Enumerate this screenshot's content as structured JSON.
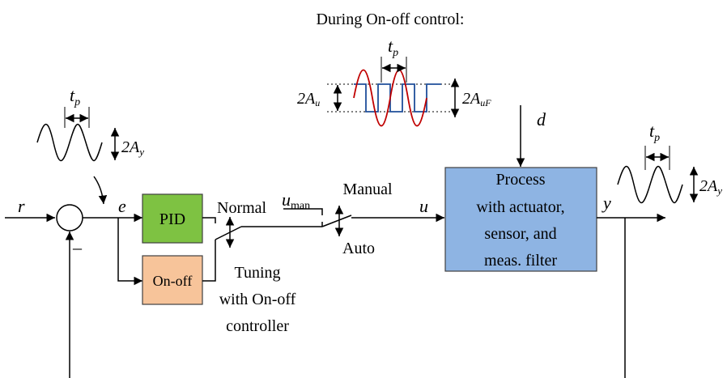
{
  "title": "During On-off control:",
  "signals": {
    "r": "r",
    "e": "e",
    "u": "u",
    "y": "y",
    "d": "d",
    "u_man_base": "u",
    "u_man_sub": "man",
    "minus": "–"
  },
  "blocks": {
    "pid": "PID",
    "onoff": "On-off",
    "process_lines": [
      "Process",
      "with actuator,",
      "sensor, and",
      "meas. filter"
    ]
  },
  "switch_labels": {
    "normal": "Normal",
    "tuning_lines": [
      "Tuning",
      "with On-off",
      "controller"
    ],
    "manual": "Manual",
    "auto": "Auto"
  },
  "annotations": {
    "period_base": "t",
    "period_sub": "p",
    "amp_y_base": "2A",
    "amp_y_sub": "y",
    "amp_u_base": "2A",
    "amp_u_sub": "u",
    "amp_uf_base": "2A",
    "amp_uf_sub": "uF"
  },
  "colors": {
    "pid_fill": "#7ec242",
    "onoff_fill": "#f7c49a",
    "process_fill": "#8eb4e3",
    "block_stroke": "#404040",
    "sine_red": "#c00000",
    "square_blue": "#1f4e9a",
    "line": "#000000"
  }
}
